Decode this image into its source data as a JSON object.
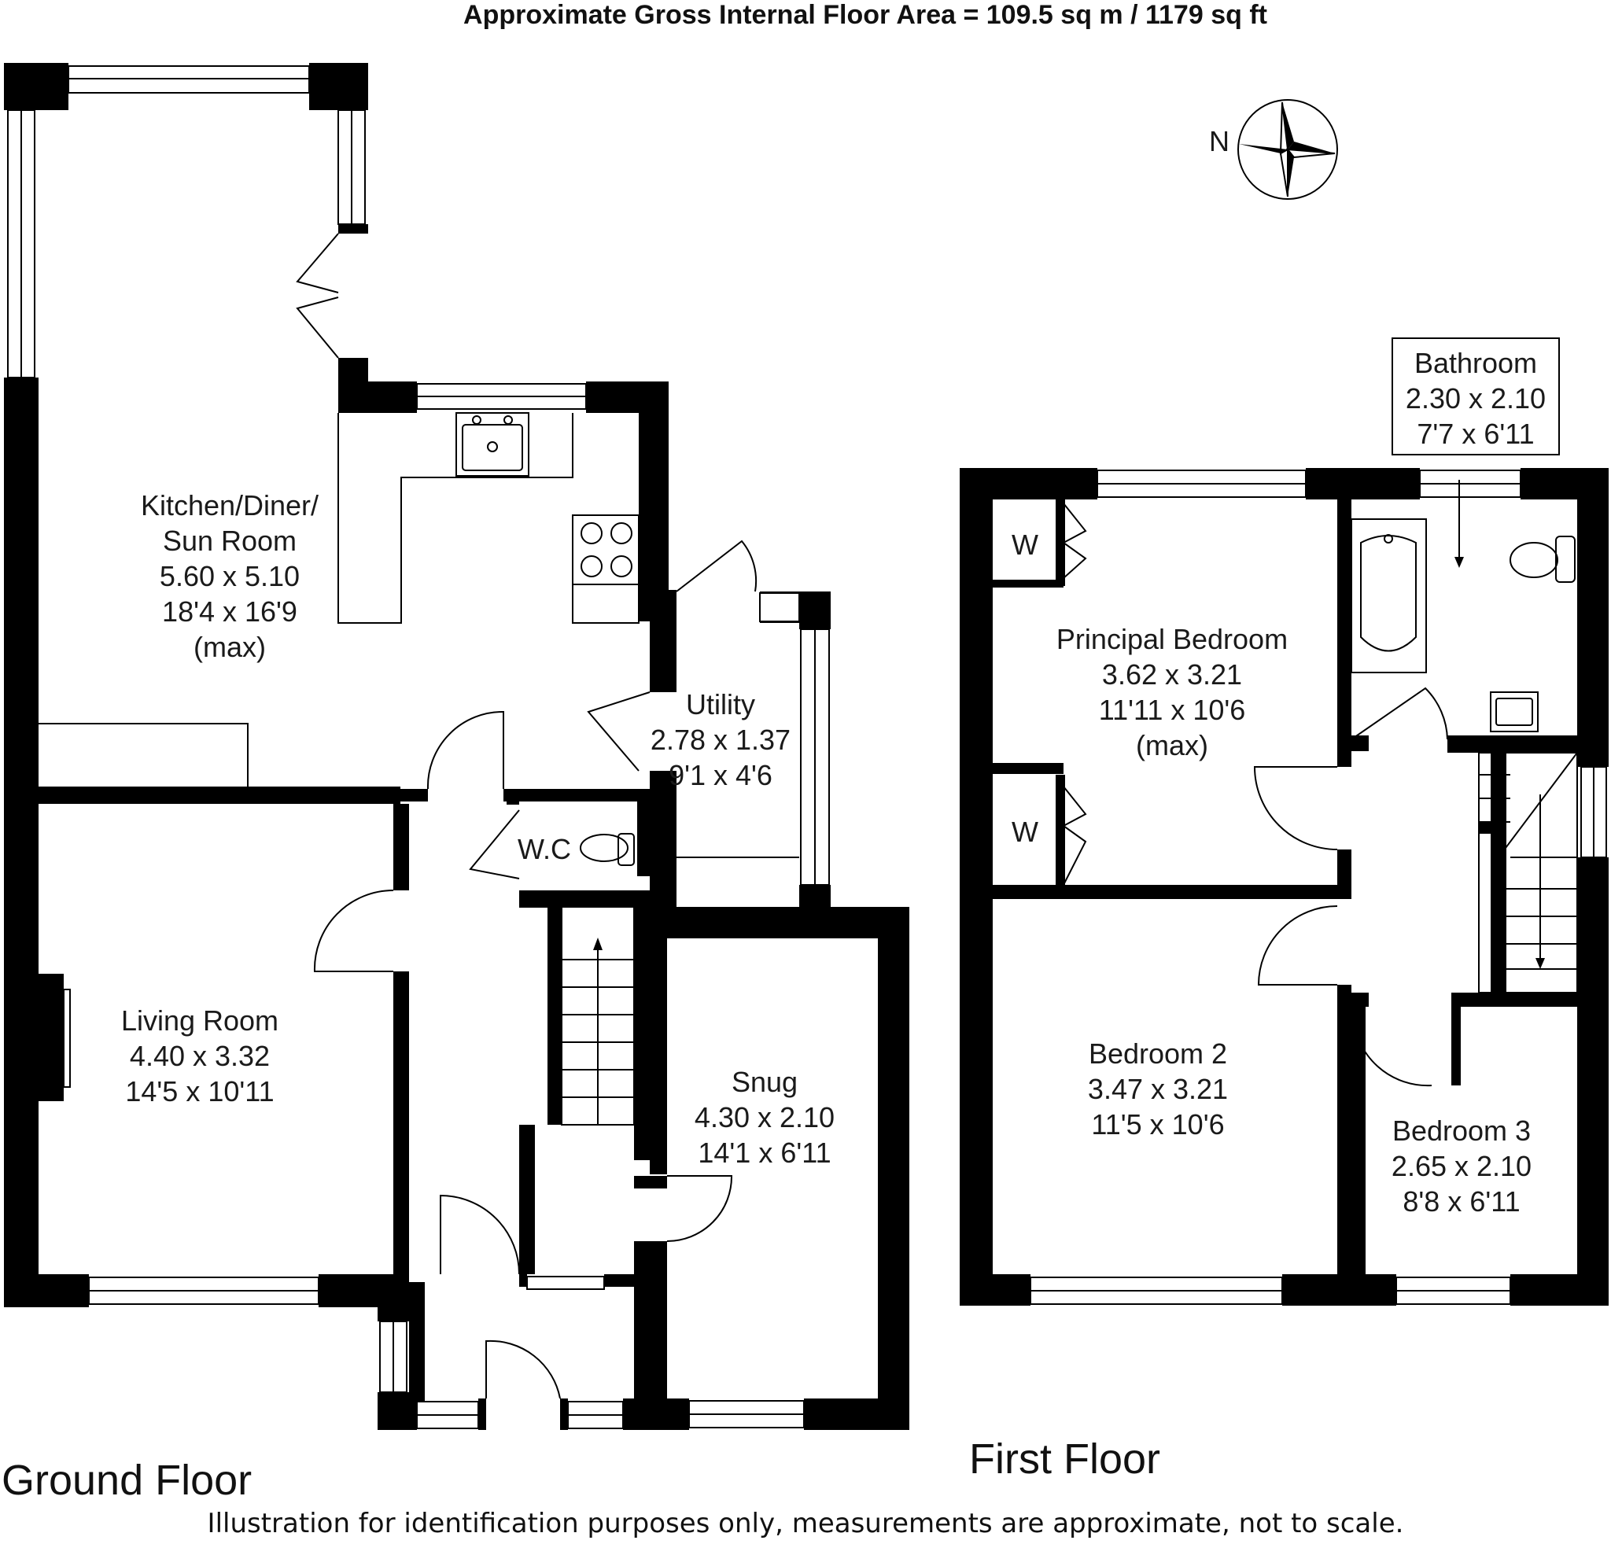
{
  "header": {
    "area_text": "Approximate Gross Internal Floor Area  = 109.5 sq m  / 1179 sq ft"
  },
  "compass": {
    "label": "N"
  },
  "floors": {
    "ground": {
      "title": "Ground Floor"
    },
    "first": {
      "title": "First Floor"
    }
  },
  "rooms": {
    "kitchen": {
      "l1": "Kitchen/Diner/",
      "l2": "Sun Room",
      "metric": "5.60 x 5.10",
      "imperial": "18'4 x 16'9",
      "note": "(max)"
    },
    "utility": {
      "name": "Utility",
      "metric": "2.78 x 1.37",
      "imperial": "9'1 x 4'6"
    },
    "wc": {
      "name": "W.C"
    },
    "living": {
      "name": "Living Room",
      "metric": "4.40 x 3.32",
      "imperial": "14'5 x 10'11"
    },
    "snug": {
      "name": "Snug",
      "metric": "4.30 x 2.10",
      "imperial": "14'1 x 6'11"
    },
    "principal": {
      "name": "Principal Bedroom",
      "metric": "3.62 x 3.21",
      "imperial": "11'11 x 10'6",
      "note": "(max)"
    },
    "bathroom": {
      "name": "Bathroom",
      "metric": "2.30 x 2.10",
      "imperial": "7'7 x 6'11"
    },
    "bedroom2": {
      "name": "Bedroom 2",
      "metric": "3.47 x 3.21",
      "imperial": "11'5 x 10'6"
    },
    "bedroom3": {
      "name": "Bedroom 3",
      "metric": "2.65 x 2.10",
      "imperial": "8'8 x 6'11"
    },
    "wardrobe_top": {
      "name": "W"
    },
    "wardrobe_bottom": {
      "name": "W"
    }
  },
  "footer": {
    "disclaimer": "Illustration for identification purposes only, measurements are approximate, not to scale."
  }
}
